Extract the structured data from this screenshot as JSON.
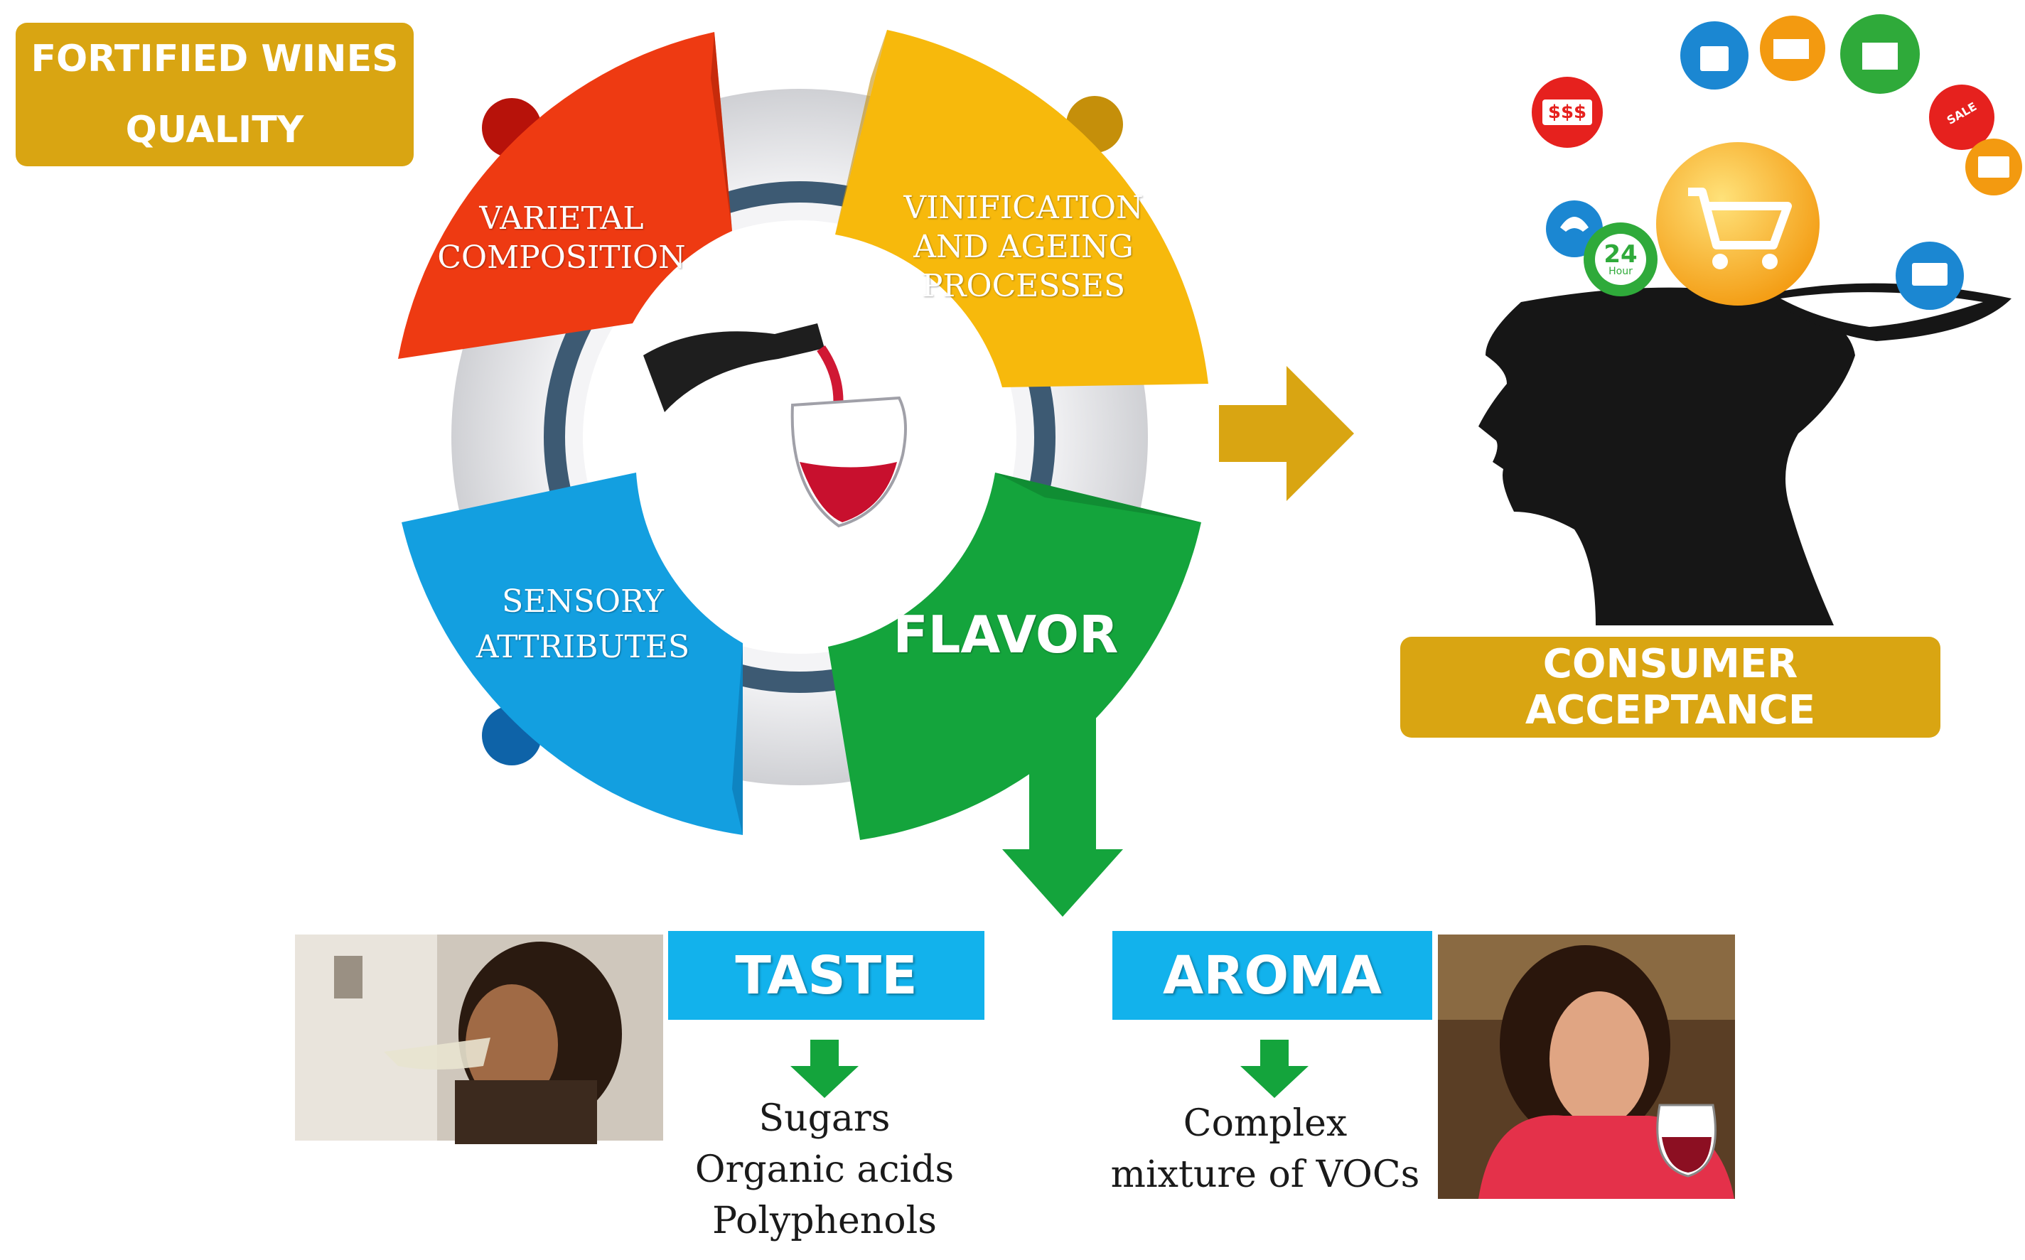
{
  "title": {
    "line1": "FORTIFIED WINES",
    "line2": "QUALITY"
  },
  "cycle": {
    "segments": [
      {
        "label_line1": "VARIETAL",
        "label_line2": "COMPOSITION",
        "color": "#ee3a12"
      },
      {
        "label_line1": "VINIFICATION",
        "label_line2": "AND AGEING",
        "label_line3": "PROCESSES",
        "color": "#f7b90c"
      },
      {
        "label_line1": "SENSORY",
        "label_line2": "ATTRIBUTES",
        "color": "#139fe0"
      },
      {
        "label_line1": "FLAVOR",
        "color": "#14a43c"
      }
    ],
    "center_icon": "wine-pour-icon"
  },
  "consumer": {
    "label": "CONSUMER ACCEPTANCE",
    "price_label": "$$$",
    "hours_label": "24",
    "hours_sub": "Hour",
    "sale_label": "SALE"
  },
  "taste": {
    "label": "TASTE",
    "items": [
      "Sugars",
      "Organic acids",
      "Polyphenols"
    ]
  },
  "aroma": {
    "label": "AROMA",
    "items": [
      "Complex",
      "mixture of VOCs"
    ]
  },
  "colors": {
    "gold": "#d9a512",
    "arrow_green": "#14a43c",
    "box_blue": "#12b2ec"
  }
}
